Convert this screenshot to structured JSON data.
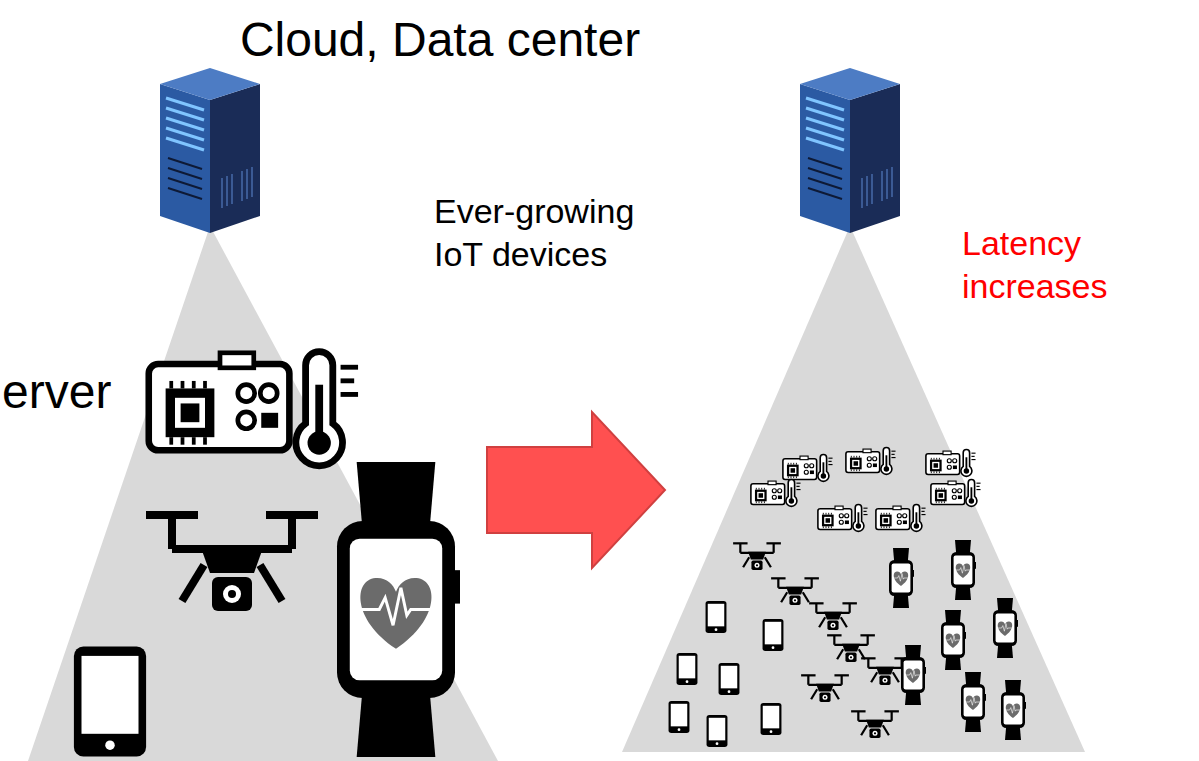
{
  "diagram": {
    "title": "Cloud, Data center",
    "labels": [
      "erver",
      "Ever-growing IoT devices",
      "Latency increases"
    ]
  }
}
